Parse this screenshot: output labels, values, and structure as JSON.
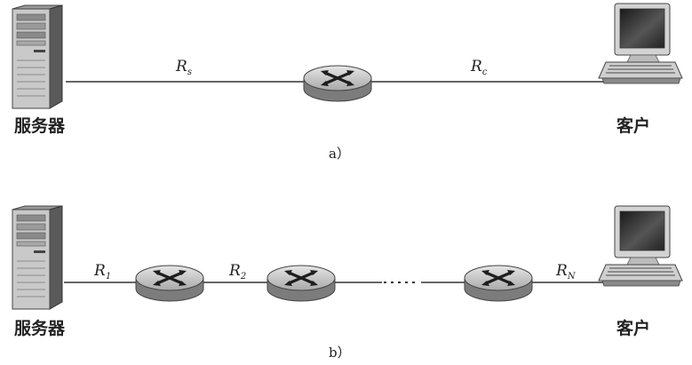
{
  "diagram_a": {
    "server_label": "服务器",
    "client_label": "客户",
    "rate_server": {
      "symbol": "R",
      "subscript": "s"
    },
    "rate_client": {
      "symbol": "R",
      "subscript": "c"
    },
    "caption": "a）"
  },
  "diagram_b": {
    "server_label": "服务器",
    "client_label": "客户",
    "rate_1": {
      "symbol": "R",
      "subscript": "1"
    },
    "rate_2": {
      "symbol": "R",
      "subscript": "2"
    },
    "rate_n": {
      "symbol": "R",
      "subscript": "N"
    },
    "caption": "b）"
  },
  "icons": [
    "server-tower-icon",
    "router-icon",
    "desktop-computer-icon"
  ]
}
